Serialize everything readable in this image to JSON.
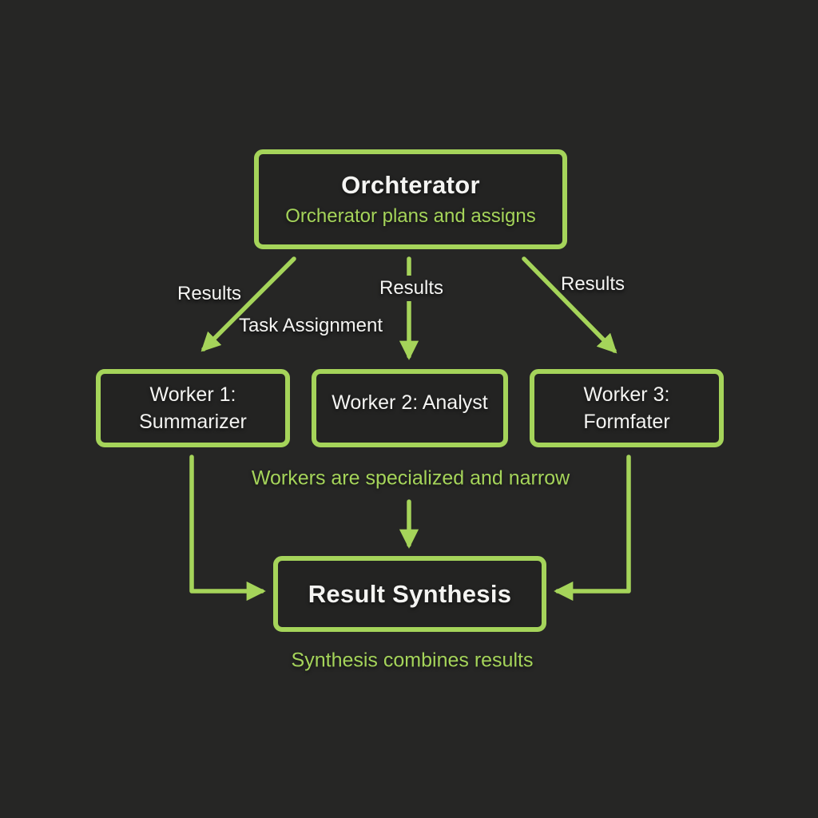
{
  "colors": {
    "background": "#262625",
    "accent_green": "#a5d45a",
    "text_white": "#f4f4f2"
  },
  "diagram": {
    "orchestrator": {
      "title": "Orchterator",
      "subtitle": "Orcherator plans and assigns"
    },
    "workers": [
      {
        "lines": [
          "Worker 1:",
          "Summarizer"
        ]
      },
      {
        "lines": [
          "Worker 2: Analyst"
        ]
      },
      {
        "lines": [
          "Worker 3:",
          "Formfater"
        ]
      }
    ],
    "synthesis": {
      "title": "Result Synthesis"
    },
    "edge_labels": {
      "results_left": "Results",
      "results_center": "Results",
      "results_right": "Results",
      "task_assignment": "Task Assignment"
    },
    "notes": {
      "workers_note": "Workers are specialized and narrow",
      "synthesis_note": "Synthesis combines results"
    }
  }
}
